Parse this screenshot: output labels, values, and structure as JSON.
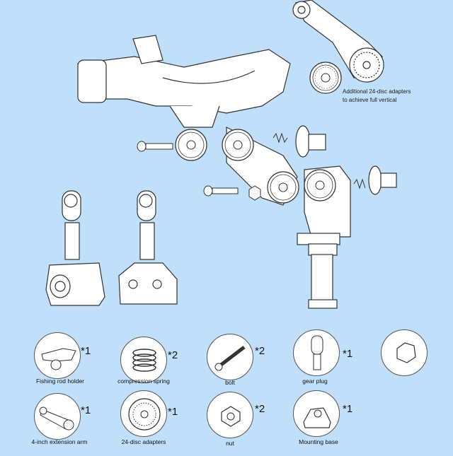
{
  "note": {
    "line1": "Additional 24-disc adapters",
    "line2": "to achieve full vertical"
  },
  "parts": [
    {
      "key": "holder",
      "label": "Fishing rod holder",
      "qty": "*1",
      "icon": "fishing-rod-holder-icon"
    },
    {
      "key": "spring",
      "label": "compression spring",
      "qty": "*2",
      "icon": "compression-spring-icon"
    },
    {
      "key": "bolt",
      "label": "bolt",
      "qty": "*2",
      "icon": "bolt-icon"
    },
    {
      "key": "gearplug",
      "label": "gear plug",
      "qty": "*1",
      "icon": "gear-plug-icon"
    },
    {
      "key": "nutcap",
      "label": "",
      "qty": "",
      "icon": "nut-cap-icon"
    },
    {
      "key": "arm",
      "label": "4-inch extension arm",
      "qty": "*1",
      "icon": "extension-arm-icon"
    },
    {
      "key": "discs",
      "label": "24-disc adapters",
      "qty": "*1",
      "icon": "disc-adapter-icon"
    },
    {
      "key": "nut",
      "label": "nut",
      "qty": "*2",
      "icon": "nut-icon"
    },
    {
      "key": "base",
      "label": "Mounting base",
      "qty": "*1",
      "icon": "mounting-base-icon"
    }
  ],
  "colors": {
    "background": "#bfdffa",
    "line": "#333333",
    "fill": "#ffffff"
  }
}
